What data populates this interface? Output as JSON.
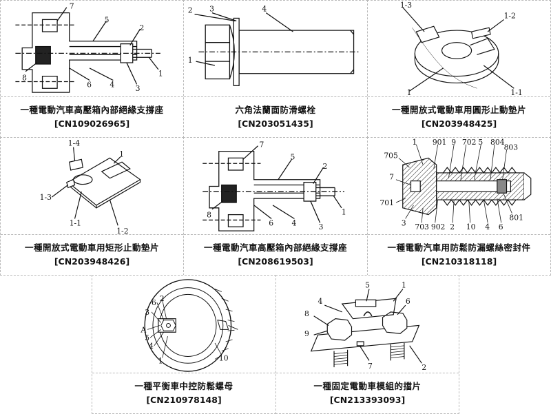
{
  "patents": [
    {
      "title": "一種電動汽車高壓箱內部絕緣支撐座",
      "number": "[CN109026965]"
    },
    {
      "title": "六角法蘭面防滑螺栓",
      "number": "[CN203051435]"
    },
    {
      "title": "一種開放式電動車用圓形止動墊片",
      "number": "[CN203948425]"
    },
    {
      "title": "一種開放式電動車用矩形止動墊片",
      "number": "[CN203948426]"
    },
    {
      "title": "一種電動汽車高壓箱內部絕緣支撐座",
      "number": "[CN208619503]"
    },
    {
      "title": "一種電動汽車用防鬆防漏螺絲密封件",
      "number": "[CN210318118]"
    },
    {
      "title": "一種平衡車中控防鬆螺母",
      "number": "[CN210978148]"
    },
    {
      "title": "一種固定電動車模組的擋片",
      "number": "[CN213393093]"
    }
  ],
  "labels": {
    "fig1": [
      "7",
      "5",
      "2",
      "8",
      "6",
      "4",
      "3",
      "1"
    ],
    "fig2": [
      "2",
      "3",
      "4",
      "1"
    ],
    "fig3": [
      "1-3",
      "1-2",
      "1",
      "1-1"
    ],
    "fig4": [
      "1-4",
      "1",
      "1-3",
      "1-1",
      "1-2"
    ],
    "fig5": [
      "7",
      "5",
      "2",
      "8",
      "6",
      "4",
      "3",
      "1"
    ],
    "fig6": [
      "1",
      "901",
      "9",
      "702",
      "5",
      "804",
      "803",
      "705",
      "7",
      "701",
      "3",
      "703",
      "902",
      "2",
      "10",
      "4",
      "6",
      "801"
    ],
    "fig7": [
      "6",
      "2",
      "3",
      "A",
      "5",
      "4",
      "1",
      "10"
    ],
    "fig8": [
      "5",
      "1",
      "4",
      "6",
      "8",
      "9",
      "7",
      "2"
    ]
  }
}
